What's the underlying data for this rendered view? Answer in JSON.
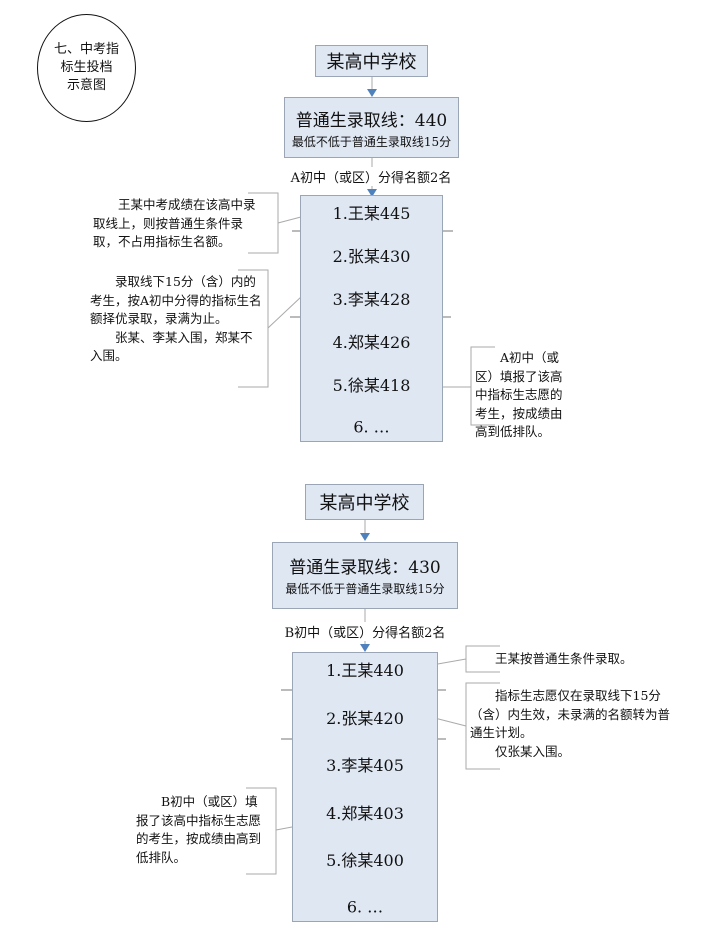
{
  "title": "七、中考指标生投档示意图",
  "title_lines": [
    "七、中考指",
    "标生投档",
    "示意图"
  ],
  "colors": {
    "box_fill": "#dfe7f3",
    "box_border": "#9aa6b6",
    "arrow": "#4f81bd"
  },
  "diagram_a": {
    "school": "某高中学校",
    "cutoff": "普通生录取线：440",
    "cutoff_note": "最低不低于普通生录取线15分",
    "quota": "A初中（或区）分得名额2名",
    "students": [
      "1.王某445",
      "2.张某430",
      "3.李某428",
      "4.郑某426",
      "5.徐某418",
      "6. …"
    ],
    "notes": {
      "wang": [
        "王某中考成绩在该高中录取线上，则按普通生条件录取，不占用指标生名额。"
      ],
      "within15": [
        "录取线下15分（含）内的考生，按A初中分得的指标生名额择优录取，录满为止。",
        "张某、李某入围，郑某不入围。"
      ],
      "queue": [
        "A初中（或区）填报了该高中指标生志愿的考生，按成绩由高到低排队。"
      ]
    }
  },
  "diagram_b": {
    "school": "某高中学校",
    "cutoff": "普通生录取线：430",
    "cutoff_note": "最低不低于普通生录取线15分",
    "quota": "B初中（或区）分得名额2名",
    "students": [
      "1.王某440",
      "2.张某420",
      "3.李某405",
      "4.郑某403",
      "5.徐某400",
      "6. …"
    ],
    "notes": {
      "wang": [
        "王某按普通生条件录取。"
      ],
      "within15": [
        "指标生志愿仅在录取线下15分（含）内生效，未录满的名额转为普通生计划。",
        "仅张某入围。"
      ],
      "queue": [
        "B初中（或区）填报了该高中指标生志愿的考生，按成绩由高到低排队。"
      ]
    }
  }
}
